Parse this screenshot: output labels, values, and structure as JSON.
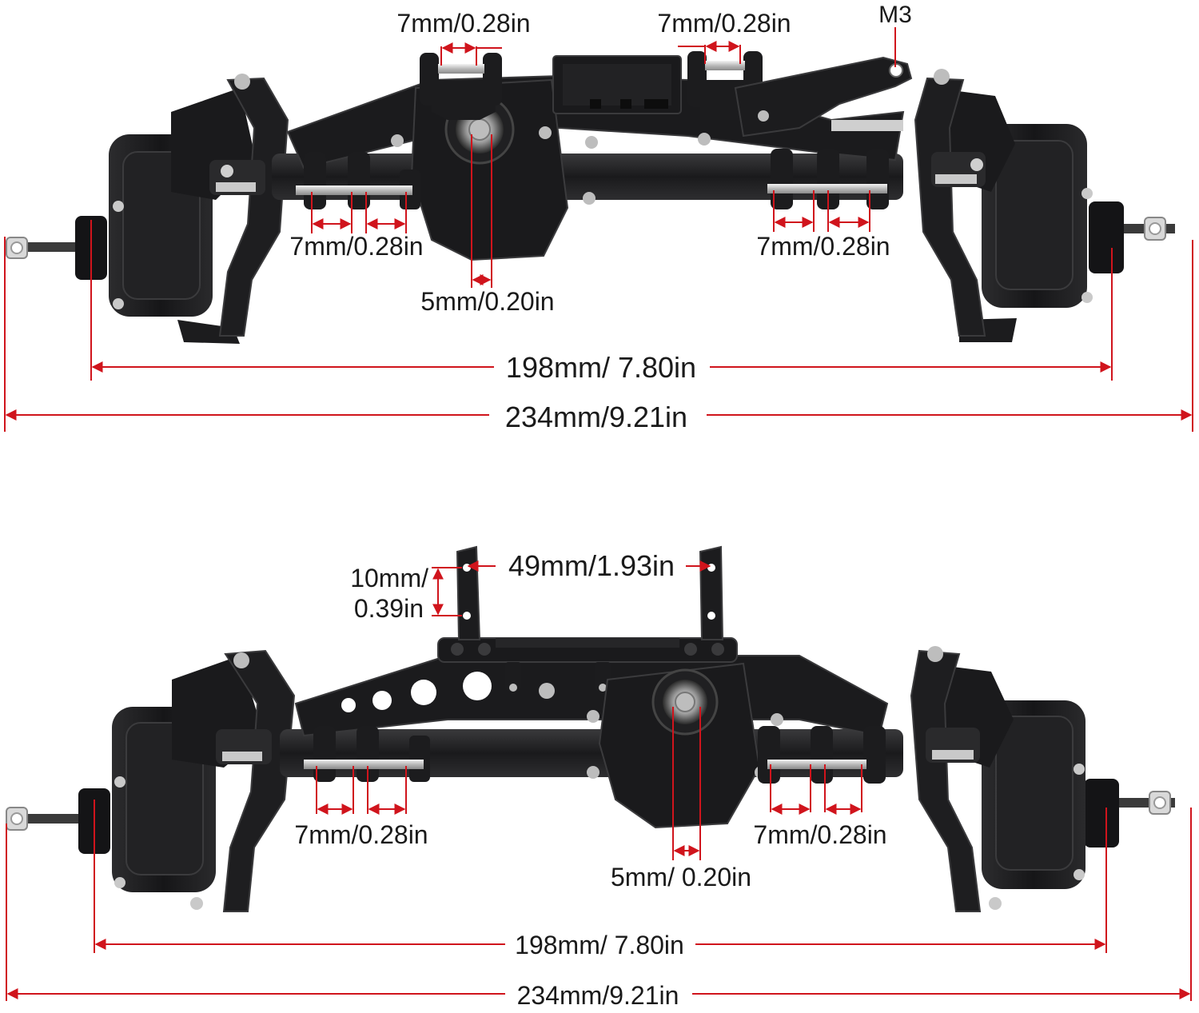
{
  "colors": {
    "dimension_line": "#d0141c",
    "metal_body": "#1c1c1e",
    "metal_edge": "#3a3a3c",
    "silver_hardware": "#c9c9c9",
    "background": "#ffffff"
  },
  "top_axle": {
    "labels": {
      "upper_left_pin": "7mm/0.28in",
      "upper_right_pin": "7mm/0.28in",
      "thread": "M3",
      "lower_left_pins": "7mm/0.28in",
      "lower_right_pins": "7mm/0.28in",
      "pinion": "5mm/0.20in",
      "hex_to_hex_width": "198mm/ 7.80in",
      "overall_width": "234mm/9.21in"
    }
  },
  "bottom_axle": {
    "labels": {
      "mount_height": "10mm/ 0.39in",
      "mount_height_line1": "10mm/",
      "mount_height_line2": "0.39in",
      "mount_spacing": "49mm/1.93in",
      "lower_left_pins": "7mm/0.28in",
      "lower_right_pins": "7mm/0.28in",
      "pinion": "5mm/ 0.20in",
      "hex_to_hex_width": "198mm/ 7.80in",
      "overall_width": "234mm/9.21in"
    }
  }
}
